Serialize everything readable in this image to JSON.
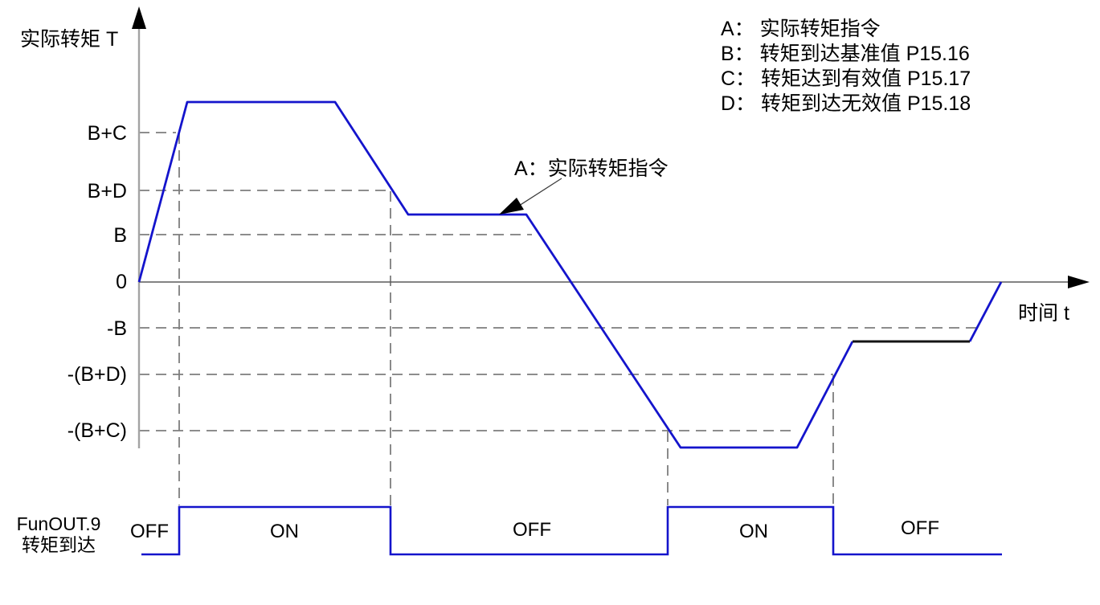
{
  "colors": {
    "curve_blue": "#1414cc",
    "curve_black": "#141414",
    "dashed_gray": "#7d7d7d",
    "axis_gray": "#a3a3a3",
    "zero_line_gray": "#5a5a5a",
    "annotation_line": "#3c3c3c",
    "arrow_black": "#000000",
    "text_black": "#000000"
  },
  "axes": {
    "y_axis_label": "实际转矩 T",
    "x_axis_label": "时间 t",
    "y_tick_labels": [
      "B+C",
      "B+D",
      "B",
      "0",
      "-B",
      "-(B+D)",
      "-(B+C)"
    ]
  },
  "legend": {
    "lines": [
      "A： 实际转矩指令",
      "B： 转矩到达基准值 P15.16",
      "C： 转矩达到有效值 P15.17",
      "D： 转矩到达无效值 P15.18"
    ]
  },
  "annotation": {
    "label": "A：实际转矩指令"
  },
  "signal": {
    "name_line1": "FunOUT.9",
    "name_line2": "转矩到达",
    "states": [
      "OFF",
      "ON",
      "OFF",
      "ON",
      "OFF"
    ]
  },
  "waveform": {
    "torque_profile": [
      {
        "segment": "rise",
        "from": "0",
        "to": "above B+C"
      },
      {
        "segment": "hold",
        "level": "above B+C"
      },
      {
        "segment": "fall",
        "to": "between B and B+D"
      },
      {
        "segment": "hold",
        "level": "between B and B+D"
      },
      {
        "segment": "fall",
        "to": "below -(B+C)"
      },
      {
        "segment": "hold",
        "level": "below -(B+C)"
      },
      {
        "segment": "rise",
        "to": "between -(B+D) and -B"
      },
      {
        "segment": "hold",
        "level": "between -(B+D) and -B"
      },
      {
        "segment": "rise",
        "to": "0"
      }
    ],
    "output_transitions": [
      {
        "state": "OFF",
        "until": "torque reaches B+C"
      },
      {
        "state": "ON",
        "until": "torque falls to B+D"
      },
      {
        "state": "OFF",
        "until": "torque falls to -(B+C)"
      },
      {
        "state": "ON",
        "until": "torque rises to -(B+D)"
      },
      {
        "state": "OFF",
        "until": "end"
      }
    ]
  }
}
